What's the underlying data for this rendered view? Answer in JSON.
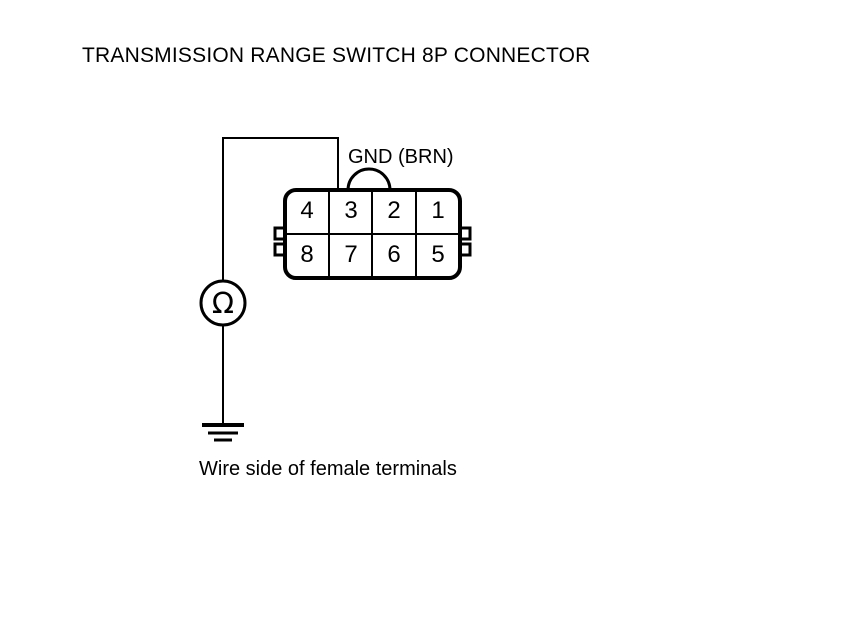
{
  "title": "TRANSMISSION RANGE SWITCH 8P CONNECTOR",
  "caption": "Wire side of female terminals",
  "annotation": {
    "gnd_label": "GND (BRN)"
  },
  "connector": {
    "type": "8P connector",
    "rows": [
      {
        "pins": [
          "4",
          "3",
          "2",
          "1"
        ]
      },
      {
        "pins": [
          "8",
          "7",
          "6",
          "5"
        ]
      }
    ]
  },
  "instrument": {
    "symbol": "Ω",
    "name": "ohmmeter"
  },
  "ground": {
    "symbol": "earth-ground"
  },
  "colors": {
    "stroke": "#000000",
    "background": "#ffffff"
  }
}
